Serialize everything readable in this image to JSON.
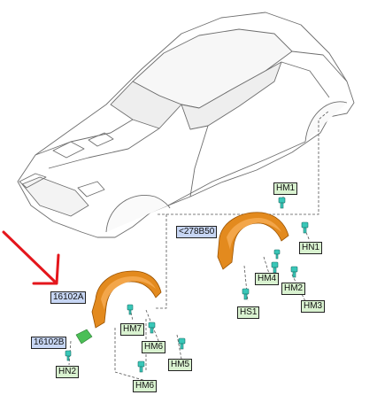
{
  "colors": {
    "liner_fill": "#e38a1e",
    "liner_dark": "#9a5200",
    "clip_fill": "#39c7b8",
    "callout_green": "#d9f2d0",
    "callout_blue": "#c7d6f4",
    "arrow_red": "#e4161c",
    "car_line": "#6e6e6e"
  },
  "callouts": {
    "hm1": "HM1",
    "label_278b50": "<278B50",
    "hn1": "HN1",
    "hm4": "HM4",
    "hm2": "HM2",
    "hs1": "HS1",
    "hm3": "HM3",
    "label_16102a": "16102A",
    "hm7": "HM7",
    "label_16102b": "16102B",
    "hm6_upper": "HM6",
    "hn2": "HN2",
    "hm5": "HM5",
    "hm6_lower": "HM6"
  },
  "icons": {
    "pointer": "red-arrow-icon",
    "clip": "clip-icon"
  }
}
